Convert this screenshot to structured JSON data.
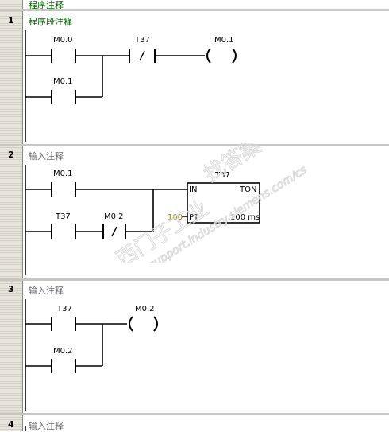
{
  "top_title": "程序注释",
  "networks": [
    {
      "number": "1",
      "title": "程序段注释",
      "contact1": "M0.0",
      "contact2": "M0.1",
      "nc_contact": "T37",
      "coil": "M0.1"
    },
    {
      "number": "2",
      "title": "输入注释",
      "contact1": "M0.1",
      "contact2": "T37",
      "nc_contact": "M0.2",
      "timer": {
        "name": "T37",
        "type": "TON",
        "in_label": "IN",
        "pt_label": "PT",
        "pt_value": "100",
        "resolution": "100 ms"
      }
    },
    {
      "number": "3",
      "title": "输入注释",
      "contact1": "T37",
      "contact2": "M0.2",
      "coil": "M0.2"
    },
    {
      "number": "4",
      "title": "输入注释"
    }
  ],
  "watermark": {
    "line1": "西门子工业",
    "line2": "support.industry.siemens.com/cs",
    "line3": "找答案"
  },
  "colors": {
    "comment_green": "#006400",
    "pt_value_color": "#8B8000",
    "comment_gray": "#666666"
  }
}
